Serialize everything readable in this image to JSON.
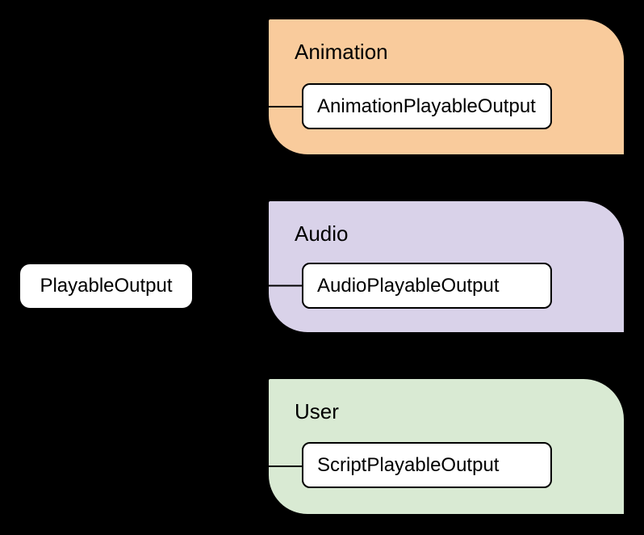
{
  "diagram": {
    "background_color": "#000000",
    "connector_color": "#000000",
    "node_fill": "#ffffff",
    "root": {
      "label": "PlayableOutput"
    },
    "groups": [
      {
        "name": "animation",
        "label": "Animation",
        "fill": "#f9cb9c",
        "child": "AnimationPlayableOutput"
      },
      {
        "name": "audio",
        "label": "Audio",
        "fill": "#d9d2e9",
        "child": "AudioPlayableOutput"
      },
      {
        "name": "user",
        "label": "User",
        "fill": "#d9ead3",
        "child": "ScriptPlayableOutput"
      }
    ]
  }
}
